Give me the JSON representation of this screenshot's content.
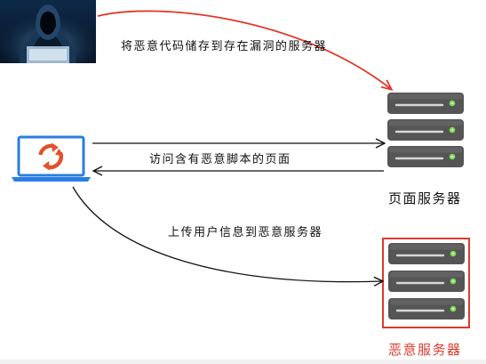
{
  "actors": {
    "attacker": {
      "icon": "hooded-hacker-icon"
    },
    "victim": {
      "icon": "laptop-refresh-icon"
    }
  },
  "servers": {
    "page_server": {
      "label": "页面服务器",
      "color": "#111111",
      "icon": "server-stack-icon"
    },
    "malicious_server": {
      "label": "恶意服务器",
      "color": "#e0392b",
      "icon": "server-stack-icon"
    }
  },
  "flows": {
    "store_code": "将恶意代码储存到存在漏洞的服务器",
    "access_page": "访问含有恶意脚本的页面",
    "upload_info": "上传用户信息到恶意服务器"
  },
  "colors": {
    "attack_arrow": "#e0392b",
    "flow_arrow": "#111111",
    "laptop_frame": "#2a7de1",
    "refresh_icon": "#e4502c",
    "server_body": "#555555",
    "server_led": "#7ed957"
  }
}
